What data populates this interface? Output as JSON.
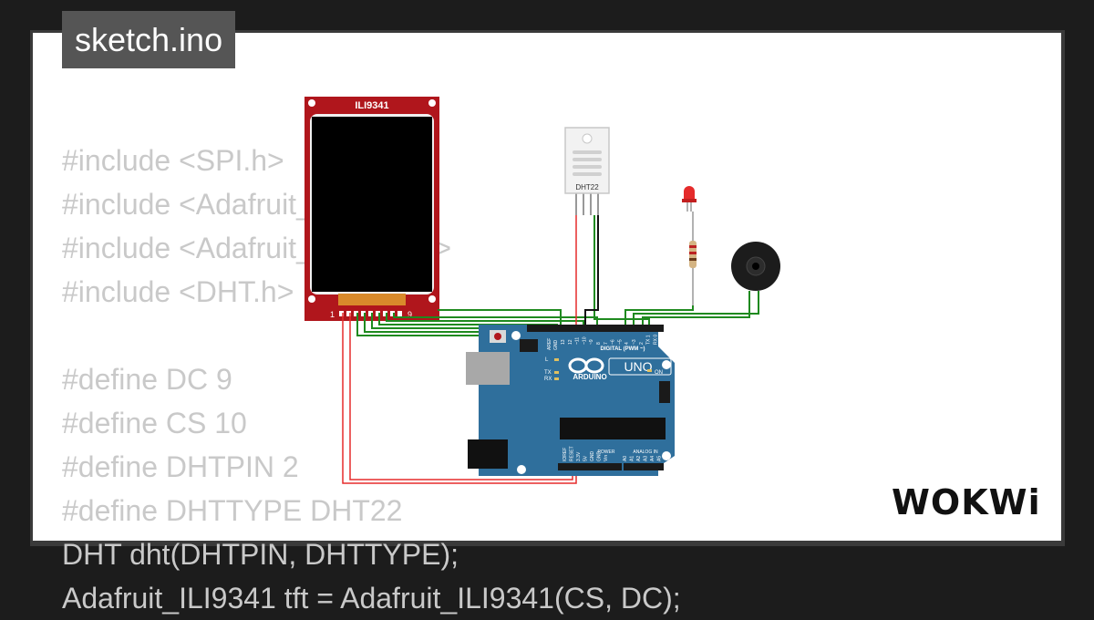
{
  "filename": "sketch.ino",
  "code_lines": [
    "#include <SPI.h>",
    "#include <Adafruit_GFX.h>",
    "#include <Adafruit_ILI9341.h>",
    "#include <DHT.h>",
    "",
    "#define DC 9",
    "#define CS 10",
    "#define DHTPIN 2",
    "#define DHTTYPE DHT22",
    "DHT dht(DHTPIN, DHTTYPE);",
    "Adafruit_ILI9341 tft = Adafruit_ILI9341(CS, DC);"
  ],
  "display": {
    "label": "ILI9341",
    "pin_first": "1",
    "pin_last": "9"
  },
  "sensor": {
    "label": "DHT22"
  },
  "board": {
    "name": "UNO",
    "brand": "ARDUINO",
    "digital_label": "DIGITAL (PWM ~)",
    "power_label": "POWER",
    "analog_label": "ANALOG IN",
    "on_label": "ON",
    "l_label": "L",
    "tx_label": "TX",
    "rx_label": "RX",
    "aref_label": "AREF",
    "gnd_label": "GND",
    "digital_pins": [
      "13",
      "12",
      "~11",
      "~10",
      "~9",
      "8",
      "7",
      "~6",
      "~5",
      "4",
      "~3",
      "2",
      "TX 1",
      "RX 0"
    ],
    "power_pins": [
      "IOREF",
      "RESET",
      "3.3V",
      "5V",
      "GND",
      "GND",
      "Vin"
    ],
    "analog_pins": [
      "A0",
      "A1",
      "A2",
      "A3",
      "A4",
      "A5"
    ]
  },
  "logo": "WOKWi",
  "colors": {
    "wire_green": "#1f8a1f",
    "wire_red": "#e52b2b",
    "wire_black": "#111111",
    "board_blue": "#2f6f9c",
    "display_red": "#b0161c"
  }
}
